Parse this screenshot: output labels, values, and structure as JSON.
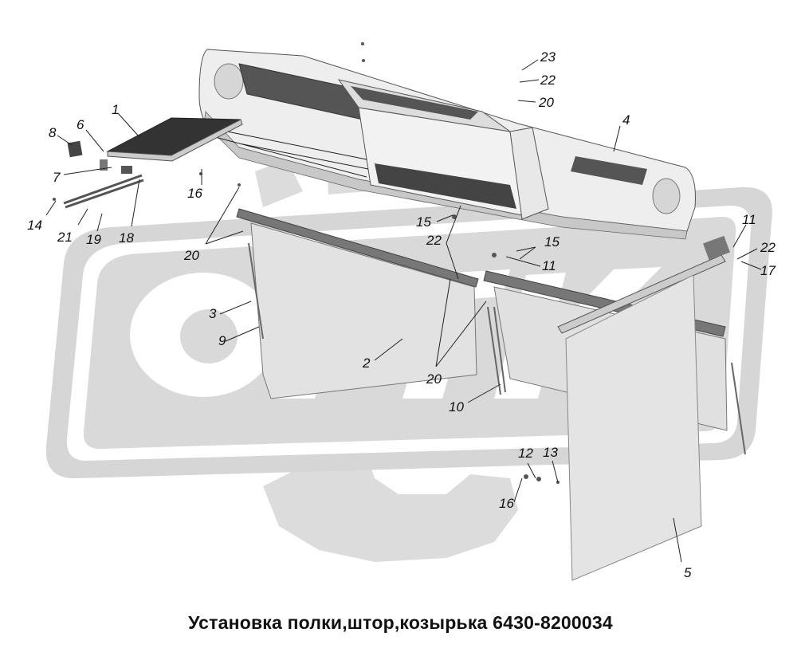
{
  "caption": "Установка полки,штор,козырька 6430-8200034",
  "watermark_text": "ОРТ",
  "callouts": [
    {
      "id": "c1",
      "text": "1"
    },
    {
      "id": "c2",
      "text": "2"
    },
    {
      "id": "c3",
      "text": "3"
    },
    {
      "id": "c4",
      "text": "4"
    },
    {
      "id": "c5",
      "text": "5"
    },
    {
      "id": "c6",
      "text": "6"
    },
    {
      "id": "c7",
      "text": "7"
    },
    {
      "id": "c8",
      "text": "8"
    },
    {
      "id": "c9",
      "text": "9"
    },
    {
      "id": "c10",
      "text": "10"
    },
    {
      "id": "c11a",
      "text": "11"
    },
    {
      "id": "c11b",
      "text": "11"
    },
    {
      "id": "c12",
      "text": "12"
    },
    {
      "id": "c13",
      "text": "13"
    },
    {
      "id": "c14",
      "text": "14"
    },
    {
      "id": "c15a",
      "text": "15"
    },
    {
      "id": "c15b",
      "text": "15"
    },
    {
      "id": "c16a",
      "text": "16"
    },
    {
      "id": "c16b",
      "text": "16"
    },
    {
      "id": "c17",
      "text": "17"
    },
    {
      "id": "c18",
      "text": "18"
    },
    {
      "id": "c19",
      "text": "19"
    },
    {
      "id": "c20a",
      "text": "20"
    },
    {
      "id": "c20b",
      "text": "20"
    },
    {
      "id": "c20c",
      "text": "20"
    },
    {
      "id": "c21",
      "text": "21"
    },
    {
      "id": "c22a",
      "text": "22"
    },
    {
      "id": "c22b",
      "text": "22"
    },
    {
      "id": "c22c",
      "text": "22"
    },
    {
      "id": "c23",
      "text": "23"
    }
  ],
  "colors": {
    "watermark": "#d9d9d9",
    "panel": "#e6e6e6",
    "panel_dark": "#bdbdbd",
    "line": "#555555"
  }
}
